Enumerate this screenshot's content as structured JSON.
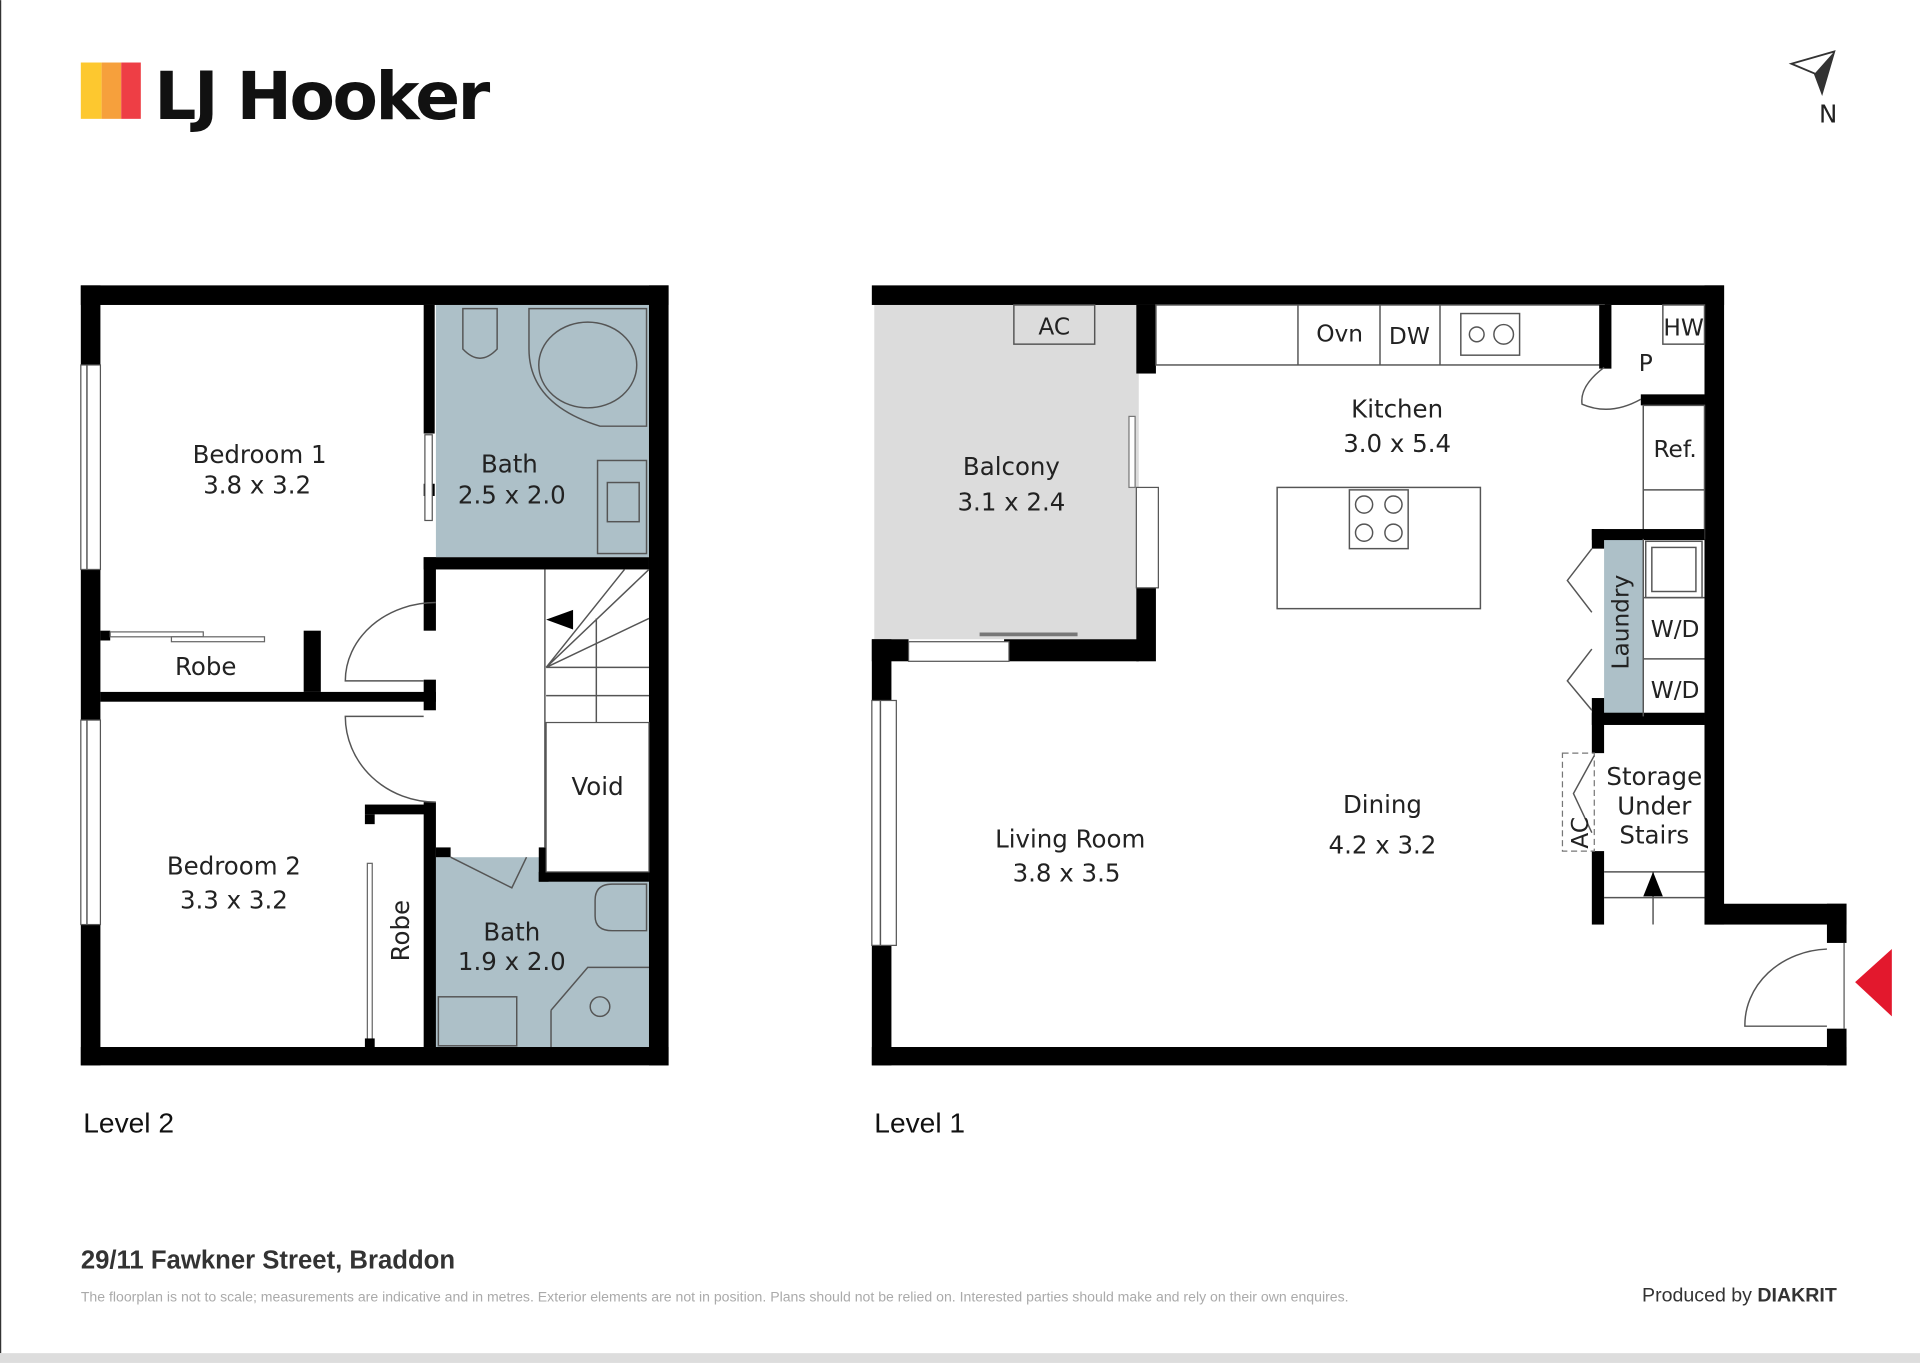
{
  "brand": {
    "name": "LJ Hooker",
    "colors": [
      "#fdc82f",
      "#f6a03c",
      "#ee3e45"
    ]
  },
  "compass": {
    "label": "N"
  },
  "level2": {
    "title": "Level 2",
    "rooms": {
      "bedroom1": {
        "name": "Bedroom 1",
        "size": "3.8 x 3.2"
      },
      "bath1": {
        "name": "Bath",
        "size": "2.5 x 2.0"
      },
      "robe1": {
        "name": "Robe"
      },
      "void": {
        "name": "Void"
      },
      "bedroom2": {
        "name": "Bedroom 2",
        "size": "3.3 x 3.2"
      },
      "robe2": {
        "name": "Robe"
      },
      "bath2": {
        "name": "Bath",
        "size": "1.9 x 2.0"
      }
    }
  },
  "level1": {
    "title": "Level 1",
    "rooms": {
      "balcony": {
        "name": "Balcony",
        "size": "3.1 x 2.4"
      },
      "kitchen": {
        "name": "Kitchen",
        "size": "3.0 x 5.4"
      },
      "dining": {
        "name": "Dining",
        "size": "4.2 x 3.2"
      },
      "living": {
        "name": "Living Room",
        "size": "3.8 x 3.5"
      },
      "laundry": {
        "name": "Laundry"
      },
      "storage": {
        "name": "Storage Under Stairs",
        "lines": [
          "Storage",
          "Under",
          "Stairs"
        ]
      }
    },
    "fixtures": {
      "ac_top": "AC",
      "oven": "Ovn",
      "dishwasher": "DW",
      "hot_water": "HW",
      "pantry": "P",
      "fridge": "Ref.",
      "wd1": "W/D",
      "wd2": "W/D",
      "ac_side": "AC"
    }
  },
  "footer": {
    "address": "29/11 Fawkner Street, Braddon",
    "disclaimer": "The floorplan is not to scale; measurements are indicative and in metres. Exterior elements are not in position. Plans should not be relied on. Interested parties should make and rely on their own enquires.",
    "produced_by": "Produced by",
    "producer": "DIAKRIT"
  },
  "colors": {
    "wet_area": "#adc0c8",
    "balcony": "#dcdcdc",
    "entry_marker": "#e3182d"
  }
}
